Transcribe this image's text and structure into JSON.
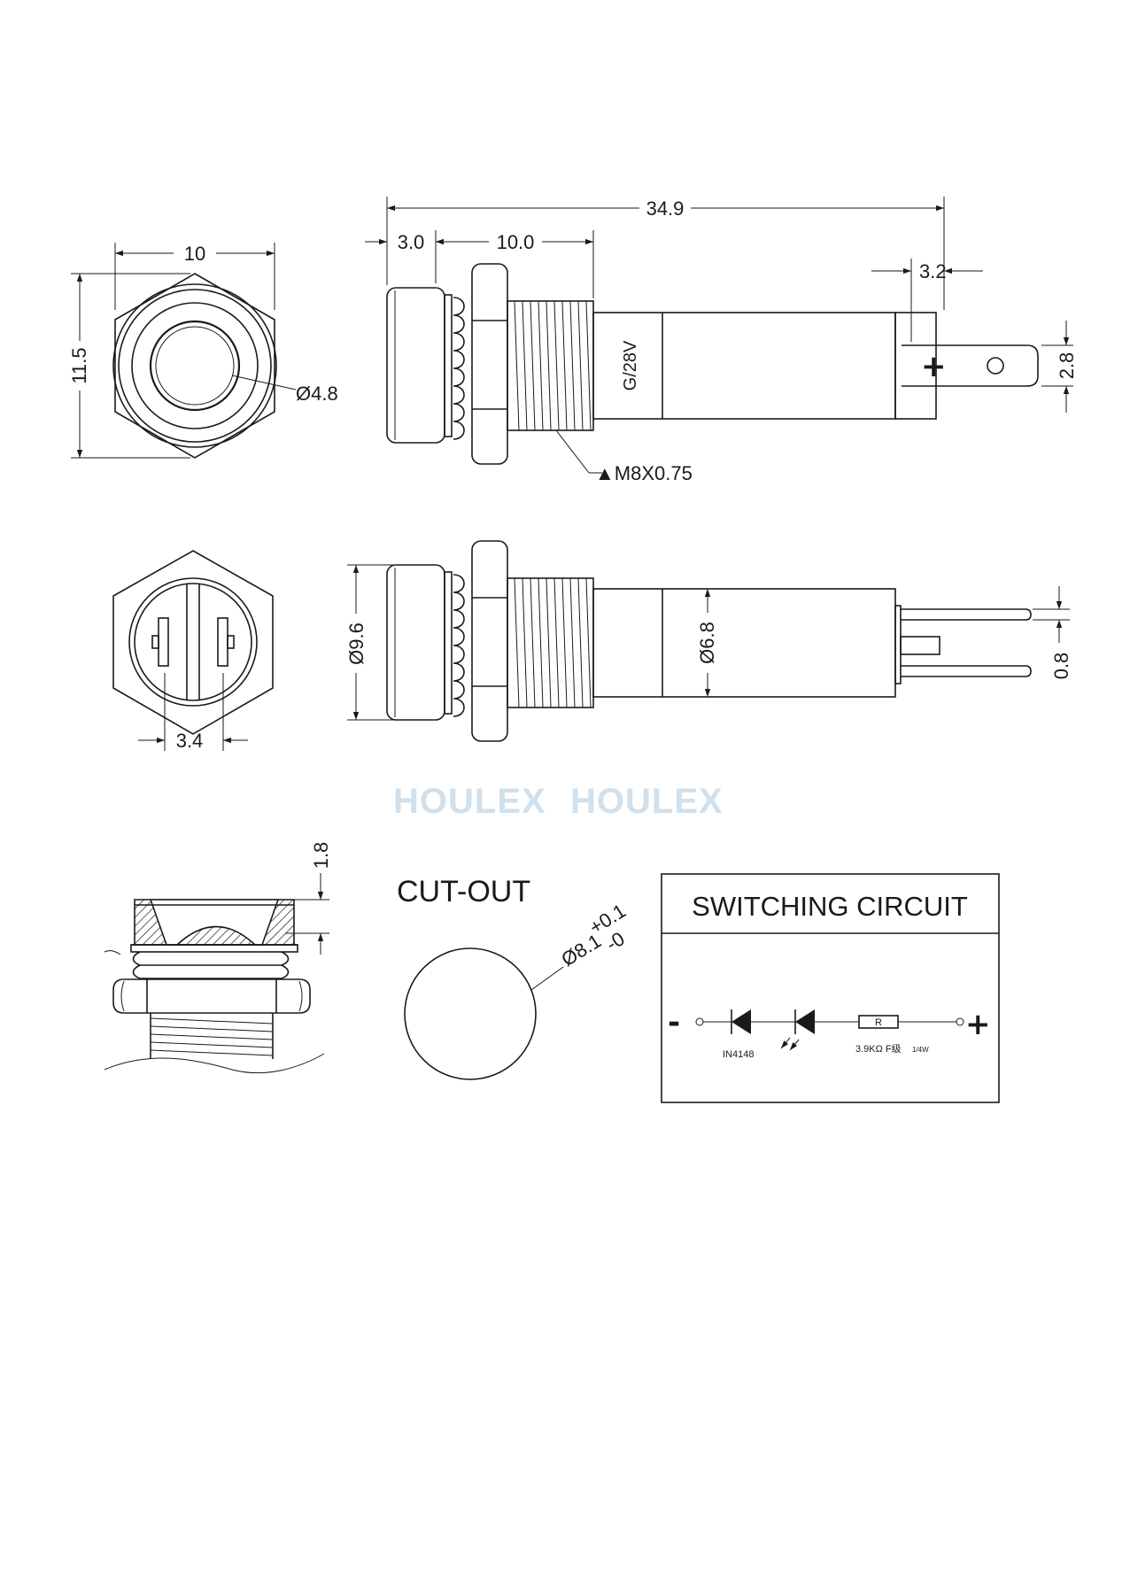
{
  "top_view": {
    "width_dim": "10",
    "height_dim": "11.5",
    "lens_dim": "Ø4.8"
  },
  "side_view": {
    "overall_length": "34.9",
    "head_length": "3.0",
    "thread_length": "10.0",
    "tab_length": "3.2",
    "tab_width": "2.8",
    "voltage_label": "G/28V",
    "thread_spec": "▲M8X0.75",
    "plus_mark": "+"
  },
  "bottom_view": {
    "pin_spacing": "3.4"
  },
  "front_view": {
    "head_diameter": "Ø9.6",
    "body_diameter": "Ø6.8",
    "pin_thickness": "0.8"
  },
  "section_view": {
    "depth_dim": "1.8"
  },
  "watermark": [
    "HOULEX",
    "HOULEX"
  ],
  "cutout": {
    "title": "CUT-OUT",
    "diameter": "Ø8.1",
    "tol_plus": "+0.1",
    "tol_minus": "-0"
  },
  "circuit": {
    "title": "SWITCHING CIRCUIT",
    "minus": "-",
    "plus": "+",
    "diode_label": "IN4148",
    "resistor_symbol": "R",
    "resistor_label": "3.9KΩ F级",
    "resistor_power": "1/4W"
  }
}
